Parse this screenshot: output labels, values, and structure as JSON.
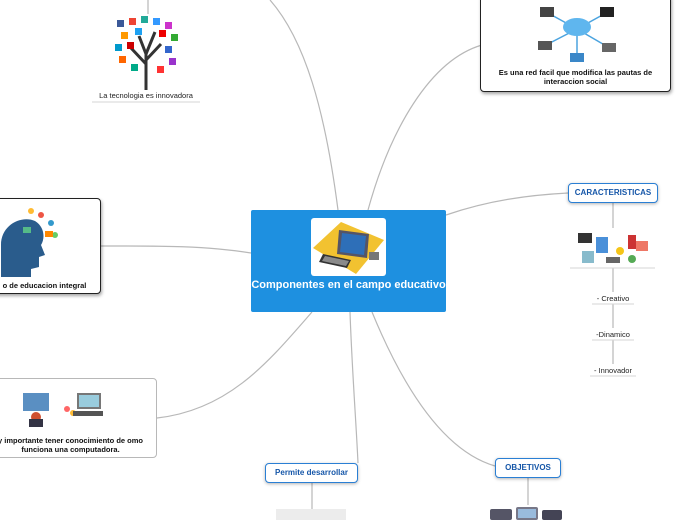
{
  "colors": {
    "central": "#1e90e0",
    "link": "#b8b8b8",
    "tag_border": "#2a7fd4",
    "tag_text": "#1556a8"
  },
  "central": {
    "title": "Componentes en el campo educativo",
    "image_icon": "computer-monitor-icon"
  },
  "nodes": {
    "tech_tree": {
      "label": "La tecnologia es innovadora",
      "image_icon": "social-media-tree-icon"
    },
    "network": {
      "label": "Es una red facil que modifica las pautas de interaccion social",
      "image_icon": "cloud-network-icon"
    },
    "integral": {
      "label": "o de educacion integral",
      "image_icon": "head-silhouette-icon"
    },
    "computer": {
      "label": "y importante tener conocimiento de omo funciona una computadora.",
      "image_icon": "computer-users-icon"
    },
    "permite": {
      "label": "Permite desarrollar"
    },
    "objetivos": {
      "label": "OBJETIVOS",
      "image_icon": "devices-icon"
    },
    "caracteristicas": {
      "label": "CARACTERISTICAS",
      "image_icon": "tech-collage-icon",
      "items": [
        "- Creativo",
        "-Dinamico",
        "- Innovador"
      ]
    }
  }
}
